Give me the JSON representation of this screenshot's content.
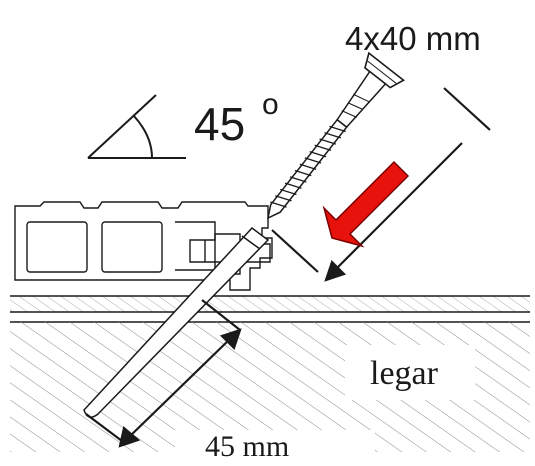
{
  "labels": {
    "screw_size": "4x40 mm",
    "angle_value": "45",
    "angle_unit": "o",
    "joist": "legar",
    "depth": "45 mm"
  },
  "colors": {
    "arrow_fill": "#e8120c",
    "arrow_stroke": "#7a0000",
    "line": "#1a1a1a",
    "hatch": "#8a8a8a"
  },
  "icons": {
    "angle": "angle-icon",
    "direction": "arrow-down-left-icon"
  }
}
